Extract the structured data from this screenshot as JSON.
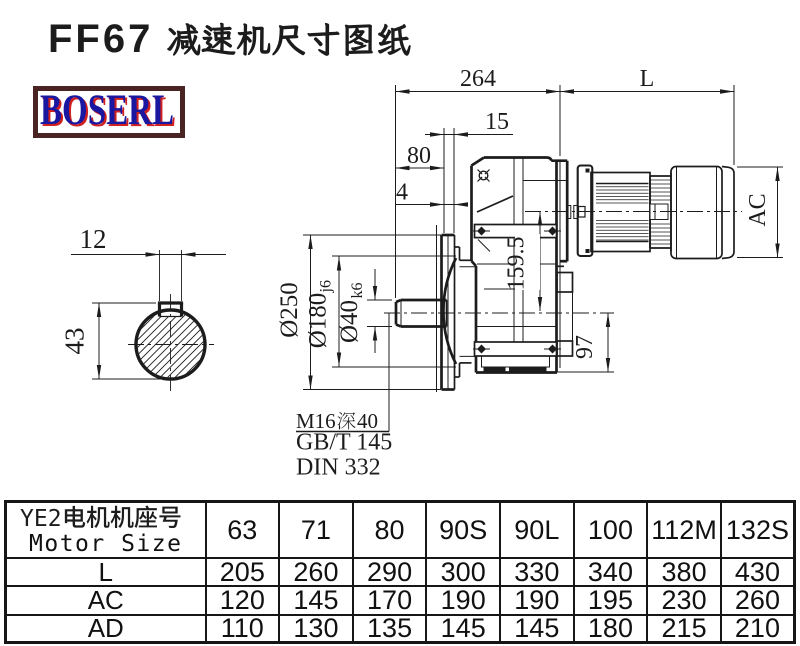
{
  "page": {
    "title": "FF67减速机尺寸图纸",
    "background": "#ffffff"
  },
  "brand": {
    "name": "BOSERL",
    "text_color": "#1a18a0",
    "shadow_color": "#d02020",
    "border_color": "#4a2323"
  },
  "drawing": {
    "front_view": {
      "dim_264": "264",
      "dim_L": "L",
      "dim_15": "15",
      "dim_80": "80",
      "dim_4": "4",
      "dim_AC": "AC",
      "dim_159_5": "159.5",
      "dim_97": "97",
      "dim_flange": "Ø250",
      "dim_spigot": "Ø180",
      "dim_spigot_tol": "j6",
      "dim_shaft": "Ø40",
      "dim_shaft_tol": "k6"
    },
    "side_view": {
      "key_width": "12",
      "key_height": "43"
    },
    "notes": {
      "thread": "M16深40",
      "standard_gb": "GB/T 145",
      "standard_din": "DIN 332"
    }
  },
  "table": {
    "header_cjk": "YE2电机机座号",
    "header_en": "Motor Size",
    "columns": [
      "63",
      "71",
      "80",
      "90S",
      "90L",
      "100",
      "112M",
      "132S"
    ],
    "rows": [
      {
        "label": "L",
        "values": [
          "205",
          "260",
          "290",
          "300",
          "330",
          "340",
          "380",
          "430"
        ]
      },
      {
        "label": "AC",
        "values": [
          "120",
          "145",
          "170",
          "190",
          "190",
          "195",
          "230",
          "260"
        ]
      },
      {
        "label": "AD",
        "values": [
          "110",
          "130",
          "135",
          "145",
          "145",
          "180",
          "215",
          "210"
        ]
      }
    ]
  }
}
